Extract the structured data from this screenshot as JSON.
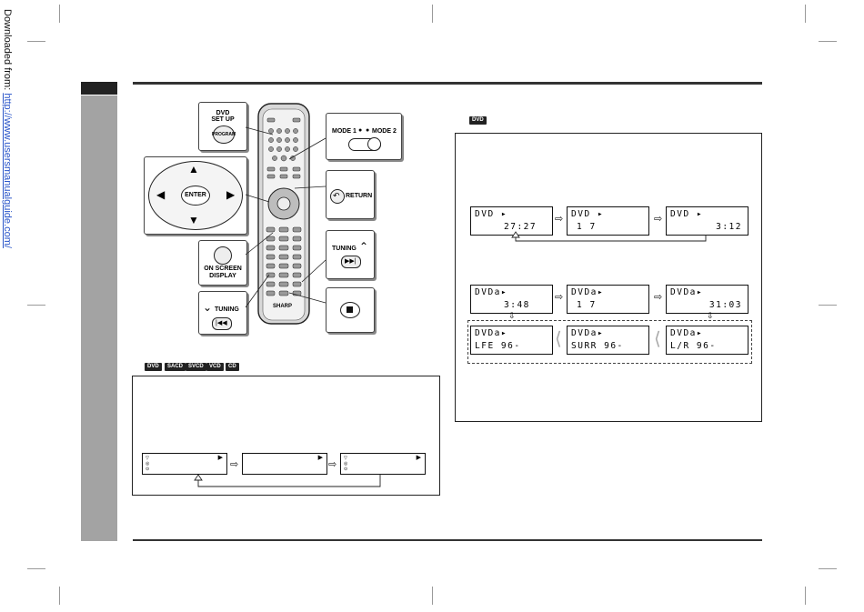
{
  "watermark": {
    "prefix": "Downloaded from: ",
    "link": "http://www.usersmanualguide.com/"
  },
  "sidebar": {
    "title": "Bediening voor DVD",
    "subtitle": "- Diverse instellingen -"
  },
  "remote": {
    "dvd_setup": {
      "line1": "DVD",
      "line2": "SET UP",
      "button": "PROGRAM"
    },
    "mode": {
      "mode1": "MODE 1",
      "mode2": "MODE 2"
    },
    "enter": "ENTER",
    "return": "RETURN",
    "on_screen": {
      "line1": "ON SCREEN",
      "line2": "DISPLAY"
    },
    "tuning_up": "TUNING",
    "tuning_down": "TUNING",
    "brand": "SHARP"
  },
  "left_badges": [
    "DVD",
    "SACD",
    "SVCD",
    "VCD",
    "CD"
  ],
  "right_badge": "DVD",
  "lcd_row1": [
    {
      "top": "DVD ▸",
      "bottom": "27:27",
      "pos": "mid"
    },
    {
      "top": "DVD ▸",
      "bottom": "1    7",
      "pos": "mid"
    },
    {
      "top": "DVD ▸",
      "bottom": "3:12",
      "pos": "right"
    }
  ],
  "lcd_row2": [
    {
      "top": "DVDa▸",
      "bottom": "3:48",
      "pos": "mid"
    },
    {
      "top": "DVDa▸",
      "bottom": "1    7",
      "pos": "mid"
    },
    {
      "top": "DVDa▸",
      "bottom": "31:03",
      "pos": "right"
    }
  ],
  "lcd_row3": [
    {
      "top": "DVDa▸",
      "bottom": "LFE   96-",
      "pos": "left"
    },
    {
      "top": "DVDa▸",
      "bottom": "SURR  96-",
      "pos": "left"
    },
    {
      "top": "DVDa▸",
      "bottom": "L/R   96-",
      "pos": "left"
    }
  ]
}
